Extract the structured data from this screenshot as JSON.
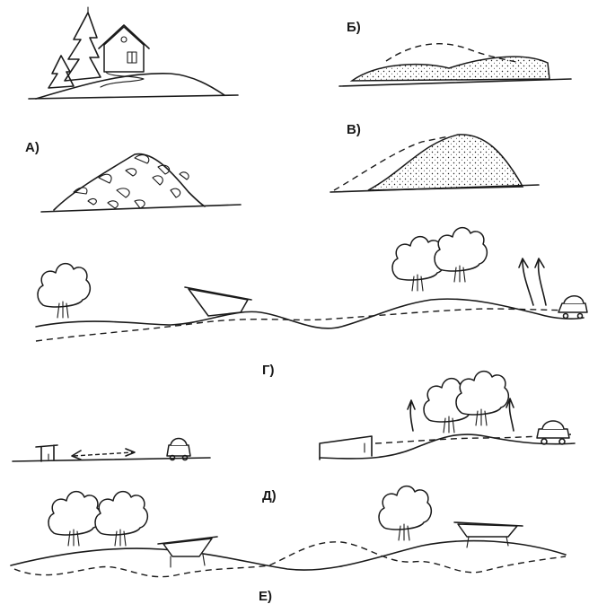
{
  "labels": {
    "a": "А)",
    "b": "Б)",
    "v": "В)",
    "g": "Г)",
    "d": "Д)",
    "e": "Е)"
  },
  "colors": {
    "ink": "#1a1a1a",
    "paper": "#ffffff"
  }
}
